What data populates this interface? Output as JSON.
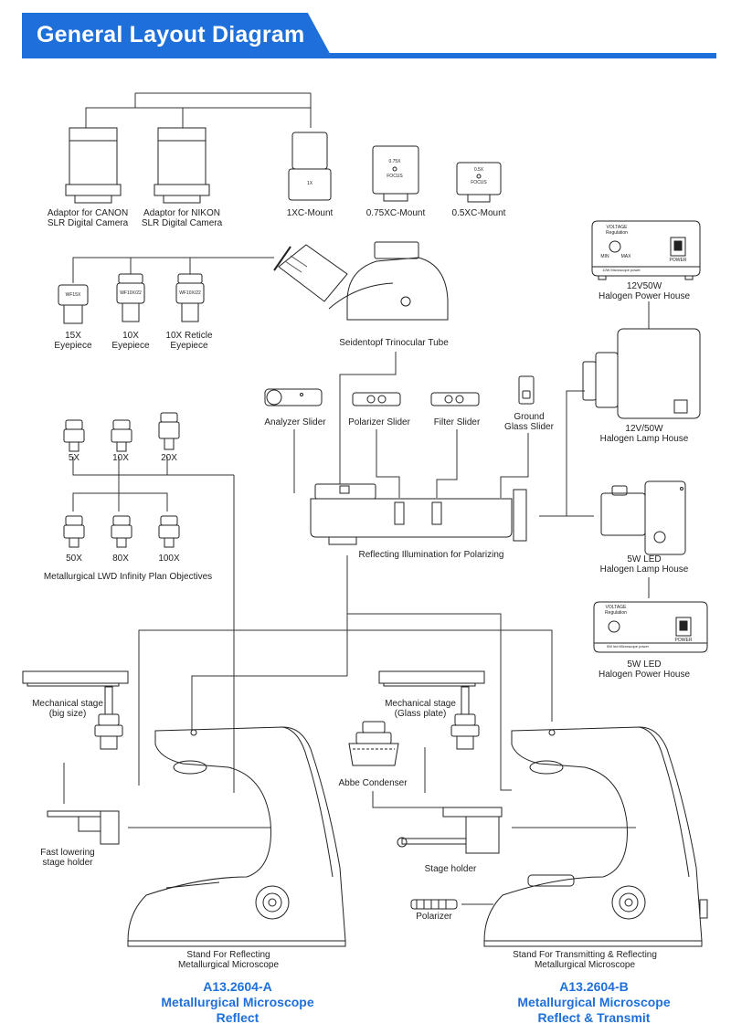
{
  "header": {
    "title": "General Layout Diagram",
    "accent": "#1e6fd9"
  },
  "labels": {
    "adaptor_canon": [
      "Adaptor for CANON",
      "SLR Digital Camera"
    ],
    "adaptor_nikon": [
      "Adaptor for NIKON",
      "SLR Digital Camera"
    ],
    "mount_1x": "1XC-Mount",
    "mount_075x": "0.75XC-Mount",
    "mount_05x": "0.5XC-Mount",
    "power_12v": [
      "12V50W",
      "Halogen Power House"
    ],
    "eyepiece_15x": [
      "15X",
      "Eyepiece"
    ],
    "eyepiece_10x": [
      "10X",
      "Eyepiece"
    ],
    "eyepiece_10x_reticle": [
      "10X Reticle",
      "Eyepiece"
    ],
    "trinocular": "Seidentopf Trinocular Tube",
    "lamp_12v": [
      "12V/50W",
      "Halogen Lamp House"
    ],
    "analyzer": "Analyzer Slider",
    "polarizer_slider": "Polarizer Slider",
    "filter_slider": "Filter Slider",
    "ground_glass": [
      "Ground",
      "Glass Slider"
    ],
    "obj_5x": "5X",
    "obj_10x": "10X",
    "obj_20x": "20X",
    "obj_50x": "50X",
    "obj_80x": "80X",
    "obj_100x": "100X",
    "objectives": "Metallurgical LWD Infinity Plan Objectives",
    "reflect_illum": "Reflecting Illumination for Polarizing",
    "lamp_5w": [
      "5W LED",
      "Halogen Lamp House"
    ],
    "power_5w": [
      "5W LED",
      "Halogen Power House"
    ],
    "stage_big": [
      "Mechanical stage",
      "(big size)"
    ],
    "stage_glass": [
      "Mechanical stage",
      "(Glass plate)"
    ],
    "abbe": "Abbe Condenser",
    "fast_lowering": [
      "Fast lowering",
      "stage holder"
    ],
    "stage_holder": "Stage holder",
    "polarizer": "Polarizer",
    "stand_reflect": [
      "Stand For Reflecting",
      "Metallurgical Microscope"
    ],
    "stand_transmit": [
      "Stand For Transmitting & Reflecting",
      "Metallurgical Microscope"
    ]
  },
  "device_text": {
    "voltage": "VOLTAGE",
    "regulation": "Regulation",
    "min": "MIN",
    "max": "MAX",
    "power": "POWER",
    "ps12": "12W Microscope power",
    "ps5": "5W led Microscope power",
    "wf15": "WF15X",
    "wf10": "WF10X/22",
    "wf10b": "WF10X/22",
    "m1x": "1X",
    "m075": "0.75X",
    "m05": "0.5X",
    "focus": "FOCUS"
  },
  "models": {
    "a": [
      "A13.2604-A",
      "Metallurgical Microscope",
      "Reflect"
    ],
    "b": [
      "A13.2604-B",
      "Metallurgical Microscope",
      "Reflect & Transmit"
    ]
  }
}
